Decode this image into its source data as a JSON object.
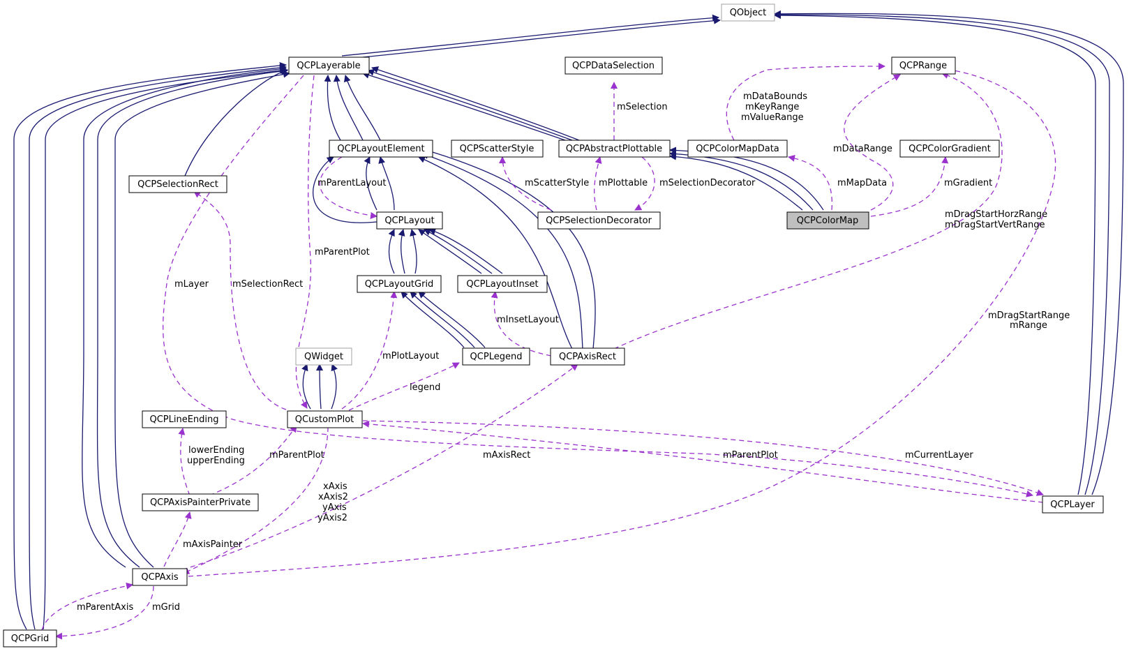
{
  "colors": {
    "inheritance": "#191970",
    "collaboration": "#9a32cd",
    "focus_fill": "#bfbfbf",
    "external_border": "#a0a0a0"
  },
  "nodes": {
    "qobject": "QObject",
    "qcplayerable": "QCPLayerable",
    "qcpdataselection": "QCPDataSelection",
    "qcprange": "QCPRange",
    "qcplayoutelement": "QCPLayoutElement",
    "qcpscatterstyle": "QCPScatterStyle",
    "qcpabstractplottable": "QCPAbstractPlottable",
    "qcpcolormapdata": "QCPColorMapData",
    "qcpcolorgradient": "QCPColorGradient",
    "qcpselectionrect": "QCPSelectionRect",
    "qcplayout": "QCPLayout",
    "qcpselectiondecorator": "QCPSelectionDecorator",
    "qcpcolormap": "QCPColorMap",
    "qcplayoutgrid": "QCPLayoutGrid",
    "qcplayoutinset": "QCPLayoutInset",
    "qwidget": "QWidget",
    "qcplegend": "QCPLegend",
    "qcpaxisrect": "QCPAxisRect",
    "qcplineending": "QCPLineEnding",
    "qcpcustomplot": "QCustomPlot",
    "qcpaxispainterprivate": "QCPAxisPainterPrivate",
    "qcplayer": "QCPLayer",
    "qcpaxis": "QCPAxis",
    "qcpgrid": "QCPGrid"
  },
  "labels": {
    "msel": "mSelection",
    "mdb1": "mDataBounds",
    "mdb2": "mKeyRange",
    "mdb3": "mValueRange",
    "mdr": "mDataRange",
    "mpl": "mParentLayout",
    "msty": "mScatterStyle",
    "mplt": "mPlottable",
    "msdec": "mSelectionDecorator",
    "mmap": "mMapData",
    "mgrad": "mGradient",
    "mds1": "mDragStartHorzRange",
    "mds2": "mDragStartVertRange",
    "mpp1": "mParentPlot",
    "mlayer": "mLayer",
    "msr": "mSelectionRect",
    "mil": "mInsetLayout",
    "mdr1": "mDragStartRange",
    "mdr2": "mRange",
    "mplay": "mPlotLayout",
    "legend": "legend",
    "le1": "lowerEnding",
    "le2": "upperEnding",
    "mpp2": "mParentPlot",
    "mar": "mAxisRect",
    "mpp3": "mParentPlot",
    "mcl": "mCurrentLayer",
    "xa1": "xAxis",
    "xa2": "xAxis2",
    "xa3": "yAxis",
    "xa4": "yAxis2",
    "map": "mAxisPainter",
    "mpa": "mParentAxis",
    "mgrid": "mGrid"
  }
}
